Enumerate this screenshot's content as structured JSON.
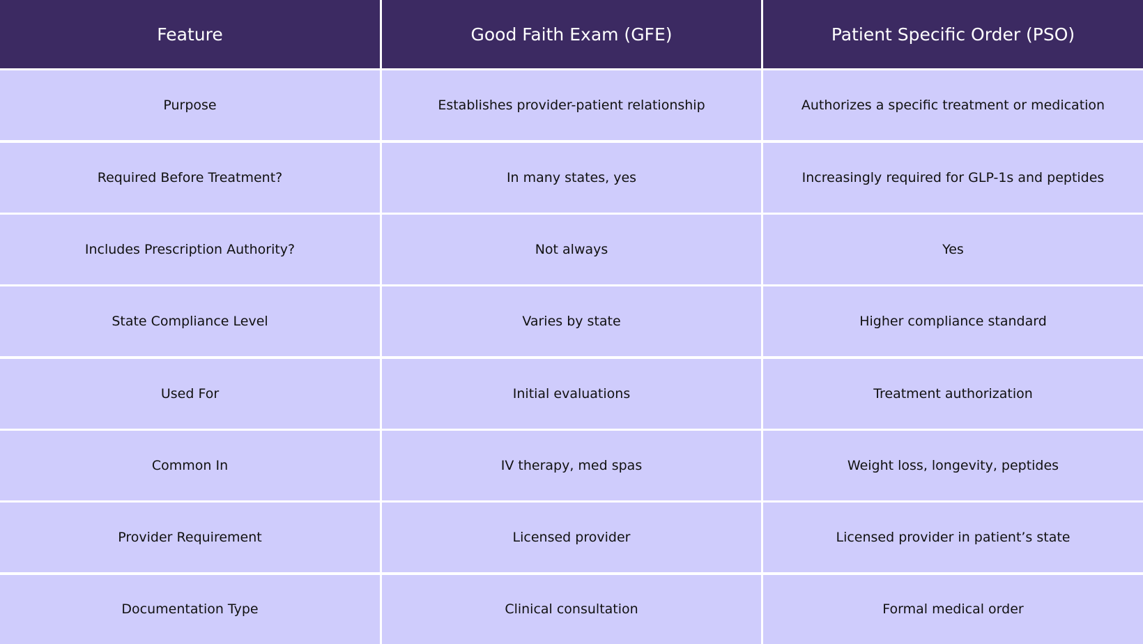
{
  "table": {
    "headers": [
      "Feature",
      "Good Faith Exam (GFE)",
      "Patient Specific Order (PSO)"
    ],
    "rows": [
      [
        "Purpose",
        "Establishes provider-patient relationship",
        "Authorizes a specific treatment or medication"
      ],
      [
        "Required Before Treatment?",
        "In many states, yes",
        "Increasingly required for GLP-1s and peptides"
      ],
      [
        "Includes Prescription Authority?",
        "Not always",
        "Yes"
      ],
      [
        "State Compliance Level",
        "Varies by state",
        "Higher compliance standard"
      ],
      [
        "Used For",
        "Initial evaluations",
        "Treatment authorization"
      ],
      [
        "Common In",
        "IV therapy, med spas",
        "Weight loss, longevity, peptides"
      ],
      [
        "Provider Requirement",
        "Licensed provider",
        "Licensed provider in patient’s state"
      ],
      [
        "Documentation Type",
        "Clinical consultation",
        "Formal medical order"
      ]
    ]
  },
  "colors": {
    "header_bg": "#3c2a62",
    "cell_bg": "#cfccfc",
    "separator": "#ffffff"
  }
}
